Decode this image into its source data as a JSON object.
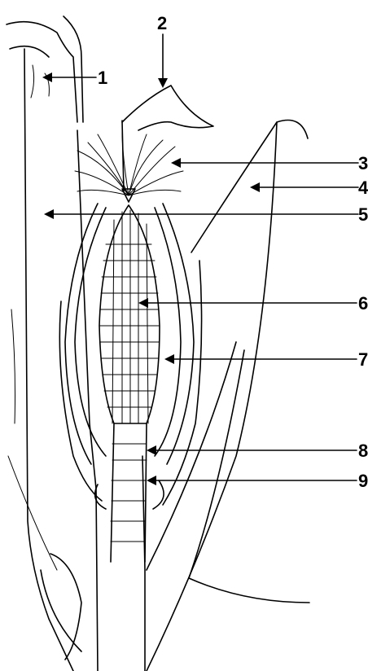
{
  "figure": {
    "labels": [
      "1",
      "2",
      "3",
      "4",
      "5",
      "6",
      "7",
      "8",
      "9"
    ]
  },
  "colors": {
    "ink": "#000000",
    "paper": "#ffffff"
  }
}
